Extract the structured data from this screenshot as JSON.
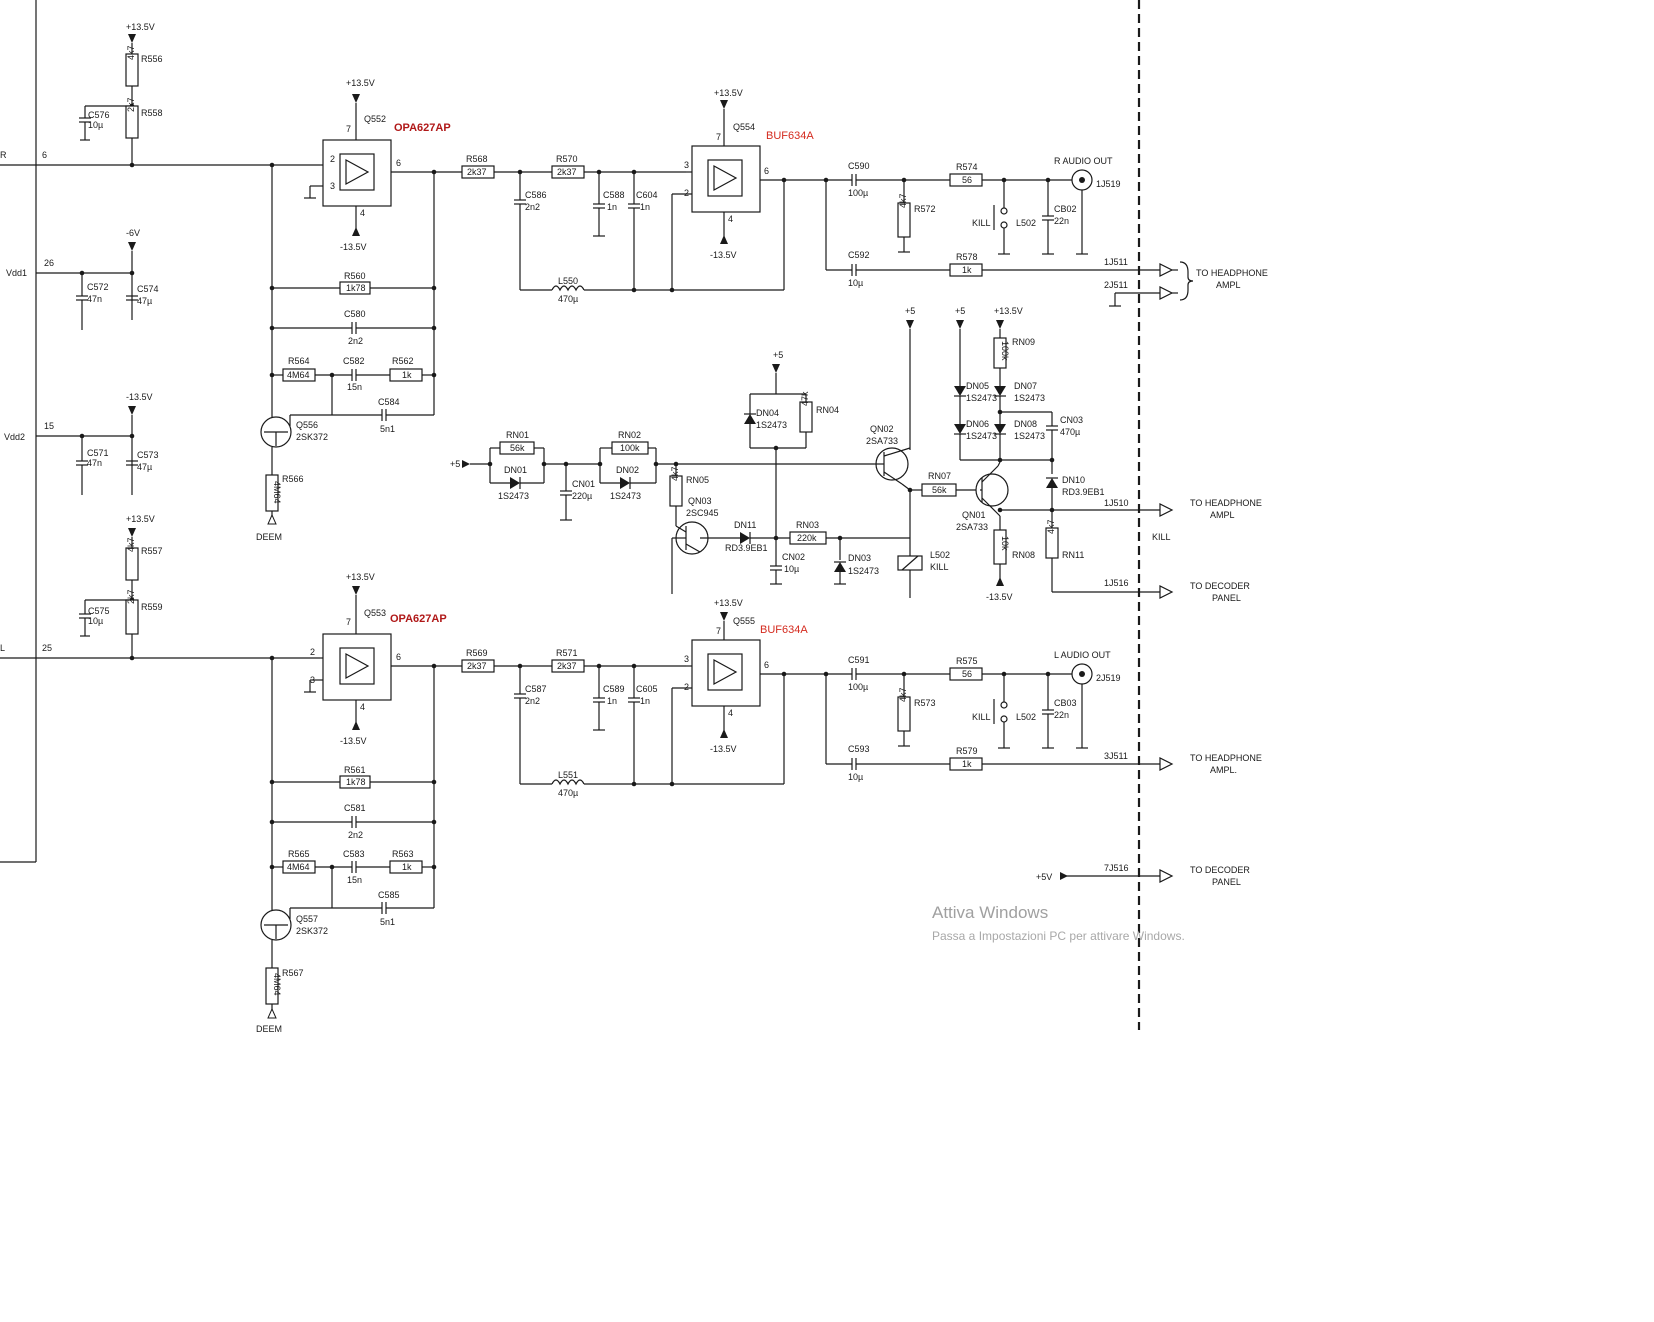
{
  "colors": {
    "ink": "#1a1a1a",
    "annotation": "#d42a1e",
    "watermark": "#a0a0a0"
  },
  "supplies": {
    "p135": "+13.5V",
    "m135": "-13.5V",
    "m6": "-6V",
    "p5": "+5",
    "p5v": "+5V"
  },
  "left_edge": {
    "r": "R",
    "l": "L",
    "pin6": "6",
    "pin25": "25",
    "pin26": "26",
    "pin15": "15",
    "vdd1": "Vdd1",
    "vdd2": "Vdd2"
  },
  "parts": {
    "R556": "R556",
    "R558": "R558",
    "R557": "R557",
    "R559": "R559",
    "C576": "C576",
    "C575": "C575",
    "C572": "C572",
    "C574": "C574",
    "C571": "C571",
    "C573": "C573",
    "v4k7": "4k7",
    "v2k7": "2k7",
    "v10u": "10µ",
    "v47n": "47n",
    "v47u": "47µ",
    "Q552": "Q552",
    "Q553": "Q553",
    "Q554": "Q554",
    "Q555": "Q555",
    "R560": "R560",
    "R561": "R561",
    "v1k78": "1k78",
    "C580": "C580",
    "C581": "C581",
    "v2n2": "2n2",
    "R564": "R564",
    "R565": "R565",
    "v4M64": "4M64",
    "C582": "C582",
    "C583": "C583",
    "v15n": "15n",
    "R562": "R562",
    "R563": "R563",
    "v1k": "1k",
    "C584": "C584",
    "C585": "C585",
    "v5n1": "5n1",
    "Q556": "Q556",
    "Q557": "Q557",
    "v2SK372": "2SK372",
    "R566": "R566",
    "R567": "R567",
    "deem": "DEEM",
    "R568": "R568",
    "R569": "R569",
    "R570": "R570",
    "R571": "R571",
    "v2k37": "2k37",
    "C586": "C586",
    "C587": "C587",
    "C588": "C588",
    "C589": "C589",
    "C604": "C604",
    "C605": "C605",
    "v1n": "1n",
    "L550": "L550",
    "L551": "L551",
    "v470u": "470µ",
    "C590": "C590",
    "C591": "C591",
    "C592": "C592",
    "C593": "C593",
    "v100u": "100µ",
    "R574": "R574",
    "R575": "R575",
    "v56": "56",
    "R572": "R572",
    "R573": "R573",
    "R578": "R578",
    "R579": "R579",
    "kill": "KILL",
    "L502": "L502",
    "CB02": "CB02",
    "CB03": "CB03",
    "v22n": "22n",
    "RN01": "RN01",
    "v56k": "56k",
    "DN01": "DN01",
    "v1S2473": "1S2473",
    "CN01": "CN01",
    "v220u": "220µ",
    "RN02": "RN02",
    "v100k": "100k",
    "DN02": "DN02",
    "DN04": "DN04",
    "RN04": "RN04",
    "v47k": "47k",
    "RN05": "RN05",
    "QN03": "QN03",
    "v2SC945": "2SC945",
    "DN11": "DN11",
    "vRD39EB1": "RD3.9EB1",
    "RN03": "RN03",
    "v220k": "220k",
    "CN02": "CN02",
    "DN03": "DN03",
    "QN02": "QN02",
    "v2SA733": "2SA733",
    "RN07": "RN07",
    "QN01": "QN01",
    "RN09": "RN09",
    "v100k2": "100k",
    "DN05": "DN05",
    "DN06": "DN06",
    "DN07": "DN07",
    "DN08": "DN08",
    "CN03": "CN03",
    "v470u2": "470µ",
    "DN10": "DN10",
    "vRD39EB1b": "RD3.9EB1",
    "RN08": "RN08",
    "v10k": "10k",
    "RN11": "RN11",
    "L502KILL": "KILL"
  },
  "pins": {
    "p2": "2",
    "p3": "3",
    "p4": "4",
    "p6": "6",
    "p7": "7"
  },
  "annotations": {
    "opa_top": "OPA627AP",
    "opa_bottom": "OPA627AP",
    "buf_top": "BUF634A",
    "buf_bottom": "BUF634A"
  },
  "outputs": {
    "r_audio": "R  AUDIO  OUT",
    "l_audio": "L  AUDIO  OUT",
    "j1J519": "1J519",
    "j2J519": "2J519",
    "j1J511": "1J511",
    "j2J511": "2J511",
    "j3J511": "3J511",
    "j1J510": "1J510",
    "j1J516": "1J516",
    "j7J516": "7J516",
    "to_headphone": "TO  HEADPHONE",
    "ampl": "AMPL",
    "ampl_dot": "AMPL.",
    "to_decoder": "TO  DECODER",
    "panel": "PANEL",
    "kill_out": "KILL"
  },
  "watermark": {
    "line1": "Attiva Windows",
    "line2": "Passa a Impostazioni PC per attivare Windows."
  }
}
